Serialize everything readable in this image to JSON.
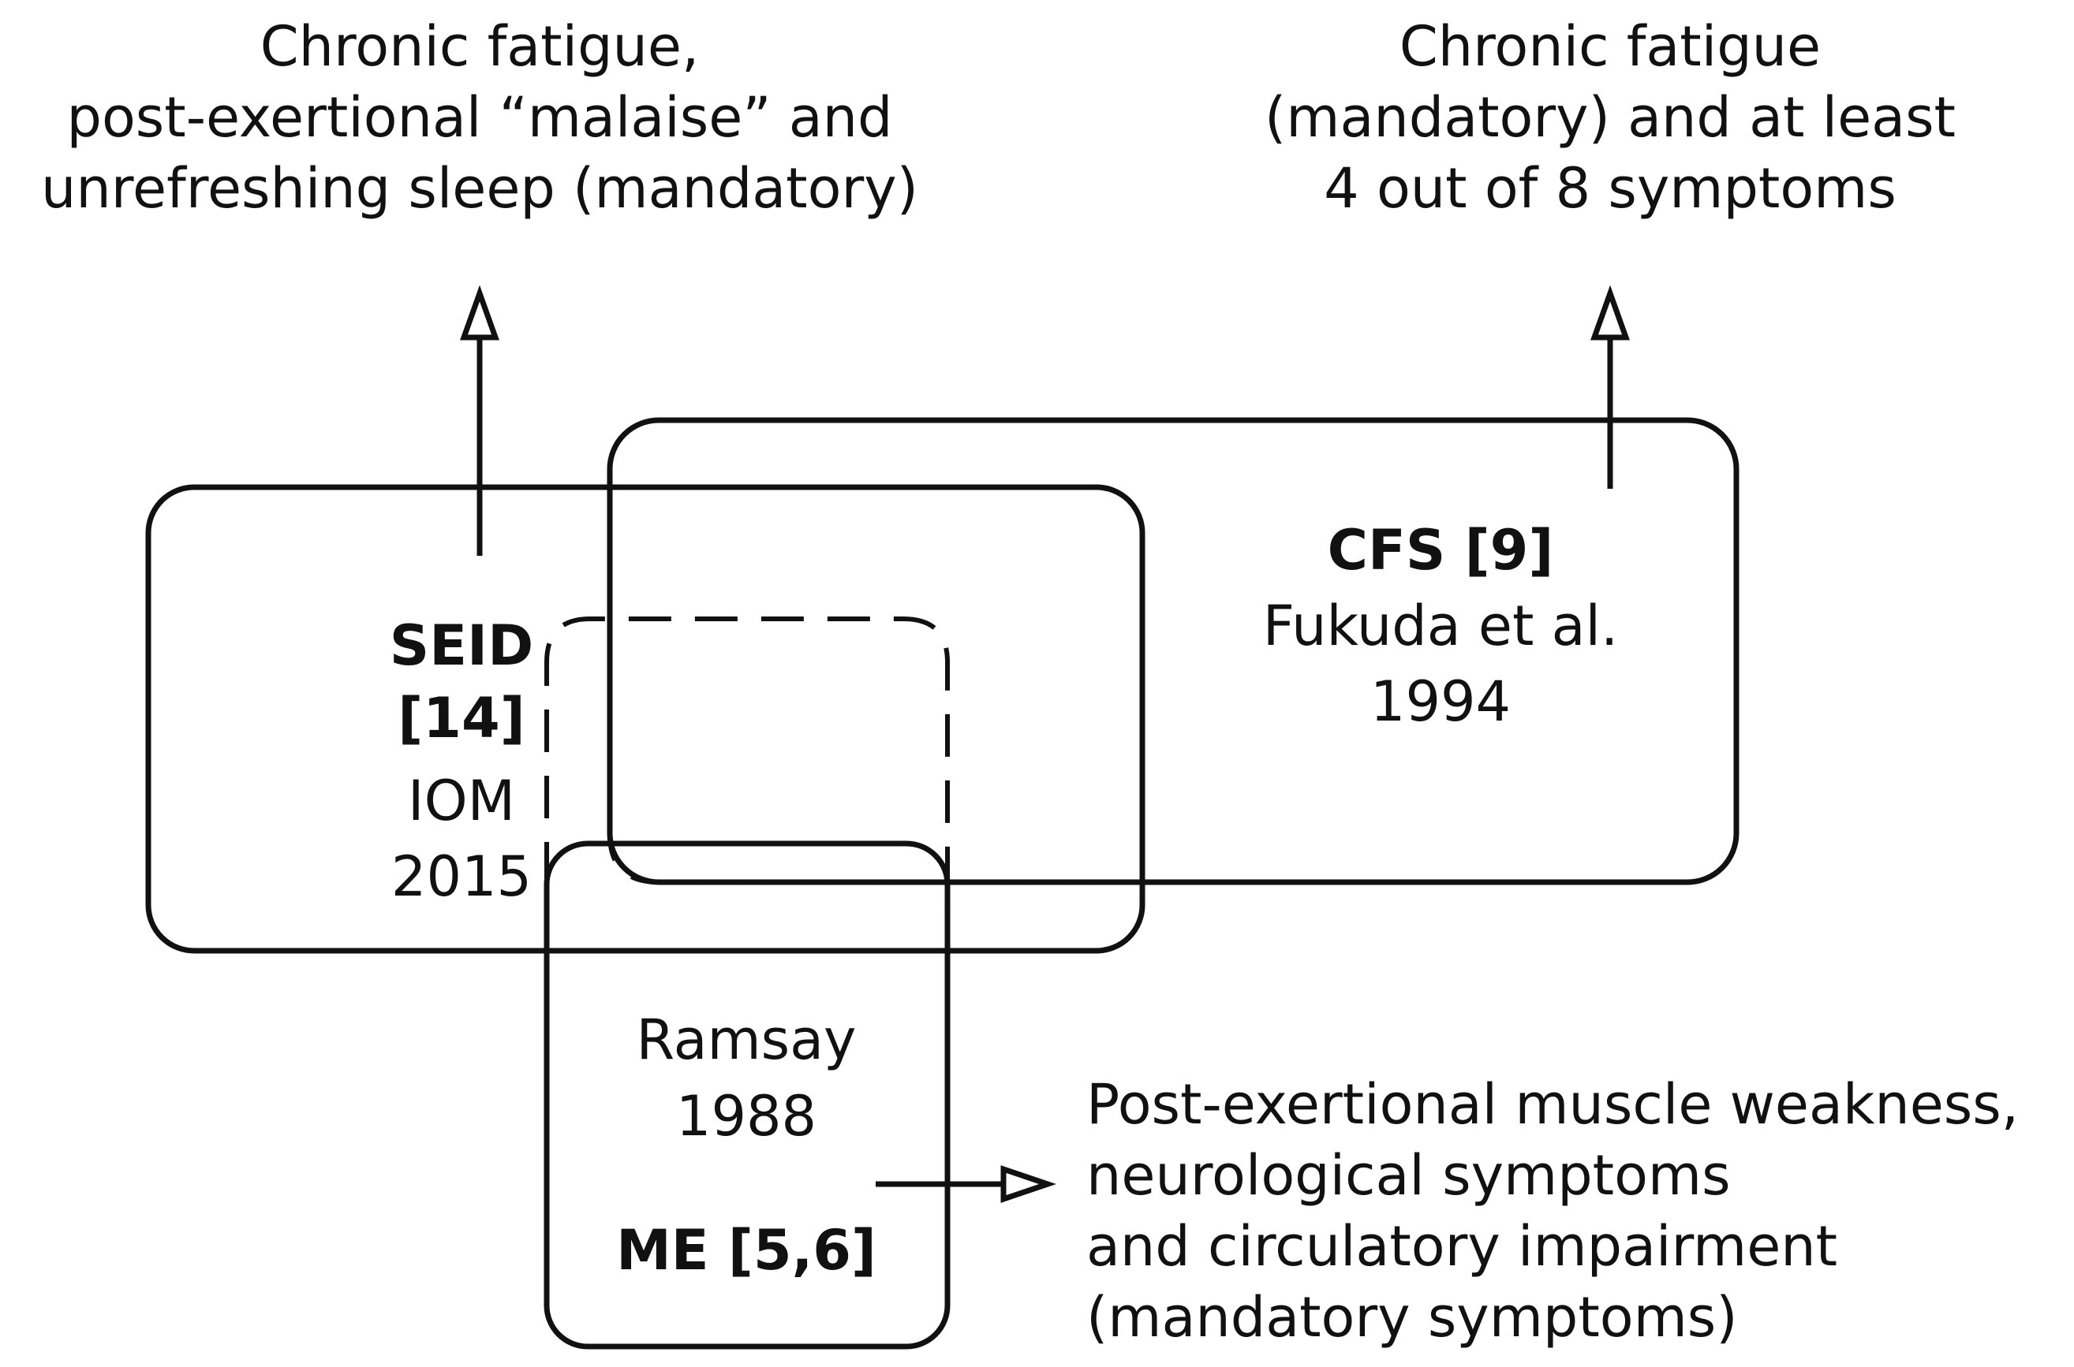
{
  "annotations": {
    "seid_criteria": [
      "Chronic fatigue,",
      "post-exertional “malaise” and",
      "unrefreshing sleep (mandatory)"
    ],
    "cfs_criteria": [
      "Chronic fatigue",
      "(mandatory) and at least",
      "4 out of 8 symptoms"
    ],
    "me_criteria": [
      "Post-exertional muscle weakness,",
      "neurological symptoms",
      "and circulatory impairment",
      "(mandatory symptoms)"
    ]
  },
  "sets": {
    "seid": {
      "name": "SEID",
      "ref": "[14]",
      "source": "IOM",
      "year": "2015",
      "fill": "#d9d9d9"
    },
    "cfs": {
      "name": "CFS [9]",
      "source": "Fukuda et al.",
      "year": "1994",
      "fill": "#ffffff"
    },
    "me": {
      "name": "ME [5,6]",
      "source": "Ramsay",
      "year": "1988",
      "fill": "#ffffff"
    }
  },
  "colors": {
    "stroke": "#111111",
    "seid_fill": "#d9d9d9",
    "background": "#ffffff"
  }
}
